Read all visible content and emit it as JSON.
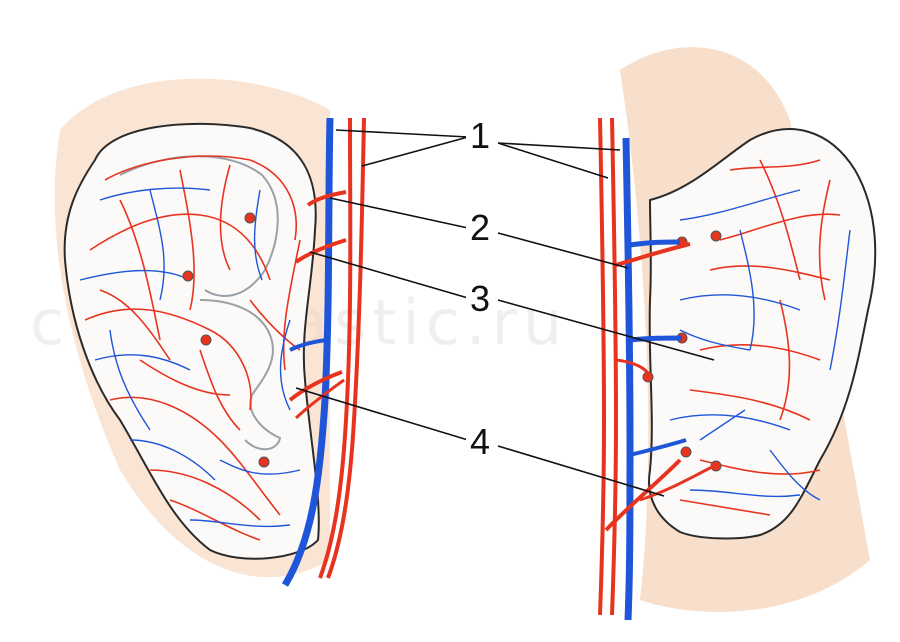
{
  "labels": [
    "1",
    "2",
    "3",
    "4"
  ],
  "watermark": "centrplastic.ru",
  "colors": {
    "artery": "#e8331f",
    "vein": "#1f55d8",
    "skin": "#f3c4a0",
    "outline": "#2a2a2a",
    "leader": "#111111"
  }
}
